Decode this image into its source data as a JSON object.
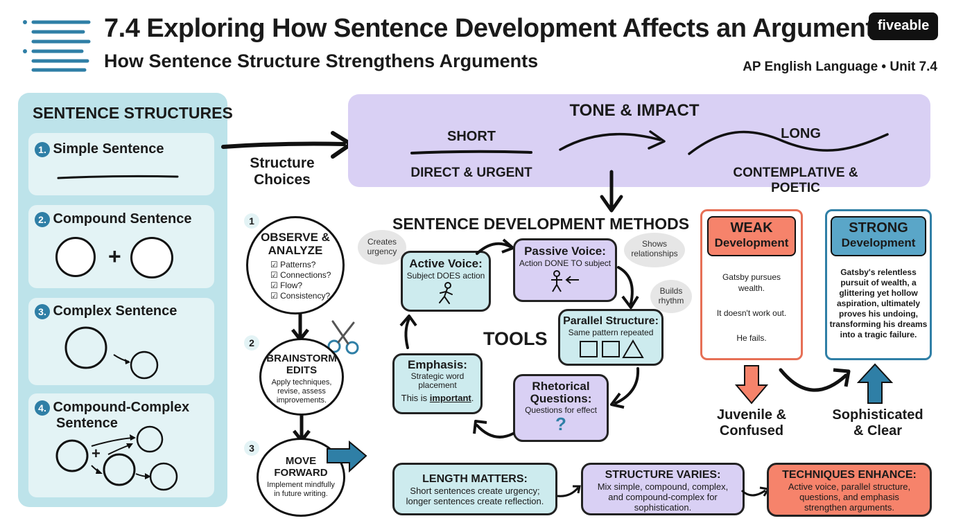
{
  "header": {
    "title": "7.4 Exploring How Sentence Development Affects an Argument",
    "subtitle": "How Sentence Structure Strengthens Arguments",
    "course": "AP English Language • Unit 7.4",
    "logo": "fiveable"
  },
  "structures": {
    "title": "SENTENCE STRUCTURES",
    "items": [
      {
        "num": "1.",
        "label": "Simple Sentence"
      },
      {
        "num": "2.",
        "label": "Compound Sentence"
      },
      {
        "num": "3.",
        "label": "Complex Sentence"
      },
      {
        "num": "4.",
        "label": "Compound-Complex",
        "label2": "Sentence"
      }
    ],
    "plus": "+",
    "plus2": "+"
  },
  "structure_choices": {
    "line1": "Structure",
    "line2": "Choices"
  },
  "tone": {
    "title": "TONE & IMPACT",
    "short": "SHORT",
    "short_desc": "DIRECT & URGENT",
    "long": "LONG",
    "long_desc": "CONTEMPLATIVE & POETIC"
  },
  "process": {
    "step1": {
      "num": "1",
      "title1": "OBSERVE &",
      "title2": "ANALYZE",
      "checks": [
        "☑ Patterns?",
        "☑ Connections?",
        "☑ Flow?",
        "☑ Consistency?"
      ]
    },
    "step2": {
      "num": "2",
      "title1": "BRAINSTORM",
      "title2": "EDITS",
      "desc1": "Apply techniques,",
      "desc2": "revise, assess",
      "desc3": "improvements."
    },
    "step3": {
      "num": "3",
      "title1": "MOVE",
      "title2": "FORWARD",
      "desc1": "Implement mindfully",
      "desc2": "in future writing."
    }
  },
  "methods": {
    "title": "SENTENCE DEVELOPMENT METHODS",
    "center": "TOOLS",
    "active": {
      "title": "Active Voice:",
      "desc": "Subject DOES action"
    },
    "passive": {
      "title": "Passive Voice:",
      "desc": "Action DONE TO subject"
    },
    "parallel": {
      "title": "Parallel Structure:",
      "desc": "Same pattern repeated"
    },
    "rhetorical": {
      "title1": "Rhetorical",
      "title2": "Questions:",
      "desc": "Questions for effect",
      "glyph": "?"
    },
    "emphasis": {
      "title": "Emphasis:",
      "desc1": "Strategic word",
      "desc2": "placement",
      "example_pre": "This is ",
      "example_em": "important",
      "example_post": "."
    },
    "bubbles": {
      "urgency1": "Creates",
      "urgency2": "urgency",
      "rel1": "Shows",
      "rel2": "relationships",
      "rhythm1": "Builds",
      "rhythm2": "rhythm"
    }
  },
  "comparison": {
    "weak": {
      "title1": "WEAK",
      "title2": "Development",
      "lines": [
        "Gatsby pursues",
        "wealth.",
        "It doesn't work out.",
        "He fails."
      ],
      "result1": "Juvenile &",
      "result2": "Confused"
    },
    "strong": {
      "title1": "STRONG",
      "title2": "Development",
      "lines": [
        "Gatsby's relentless",
        "pursuit of wealth, a",
        "glittering yet hollow",
        "aspiration, ultimately",
        "proves his undoing,",
        "transforming his dreams",
        "into a tragic failure."
      ],
      "result1": "Sophisticated",
      "result2": "& Clear"
    }
  },
  "summary": [
    {
      "title": "LENGTH MATTERS:",
      "line1": "Short sentences create urgency;",
      "line2": "longer sentences create reflection."
    },
    {
      "title": "STRUCTURE VARIES:",
      "line1": "Mix simple, compound, complex,",
      "line2": "and compound-complex for",
      "line3": "sophistication."
    },
    {
      "title": "TECHNIQUES ENHANCE:",
      "line1": "Active voice, parallel structure,",
      "line2": "questions, and emphasis",
      "line3": "strengthen arguments."
    }
  ],
  "colors": {
    "teal": "#bde3ea",
    "purple": "#d9d0f4",
    "orange": "#f6836b",
    "blue": "#2f7fa6"
  }
}
